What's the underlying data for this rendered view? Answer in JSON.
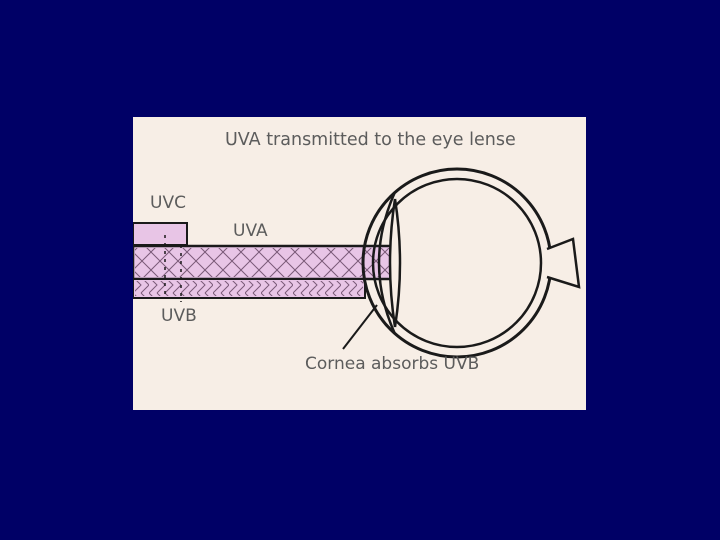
{
  "colors": {
    "background": "#000066",
    "figure_background": "#f7eee6",
    "beam_fill": "#e8c5e6",
    "ink": "#1a1a1a",
    "label_text": "#5c5c5c"
  },
  "labels": {
    "title": "UVA transmitted to the eye lense",
    "uvc": "UVC",
    "uva": "UVA",
    "uvb": "UVB",
    "cornea": "Cornea absorbs UVB"
  }
}
